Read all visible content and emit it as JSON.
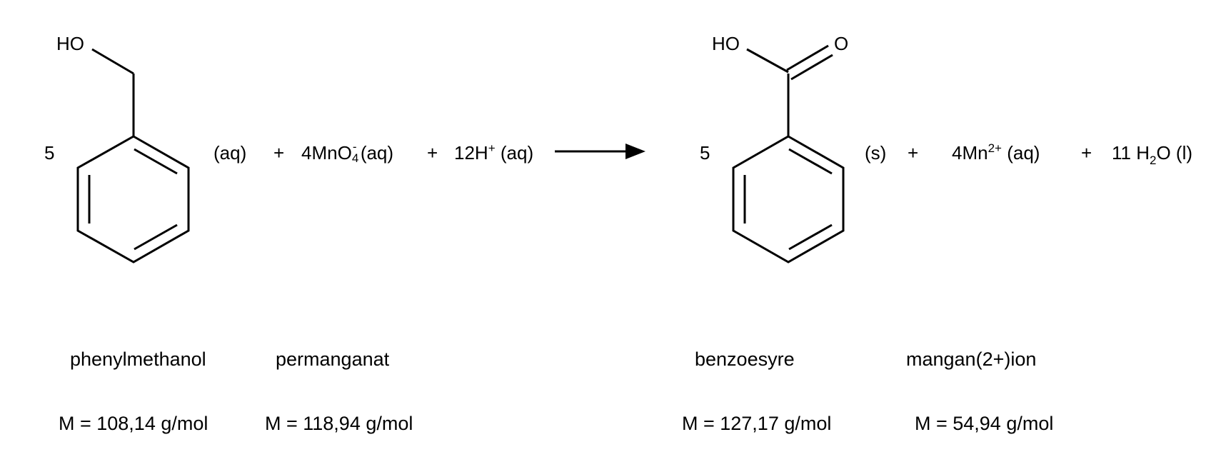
{
  "reaction": {
    "reactants": [
      {
        "coefficient": "5",
        "name": "phenylmethanol",
        "state": "(aq)",
        "molar_mass": "M = 108,14 g/mol",
        "atoms": [
          "HO"
        ]
      },
      {
        "coefficient": "4",
        "formula_base": "4MnO",
        "subscript": "4",
        "superscript": "-",
        "state": "(aq)",
        "name": "permanganat",
        "molar_mass": "M = 118,94 g/mol"
      },
      {
        "coefficient": "12",
        "formula_base": "12H",
        "superscript": "+",
        "state": "(aq)"
      }
    ],
    "products": [
      {
        "coefficient": "5",
        "name": "benzoesyre",
        "state": "(s)",
        "molar_mass": "M = 127,17 g/mol",
        "atoms": [
          "HO",
          "O"
        ]
      },
      {
        "coefficient": "4",
        "formula_base": "4Mn",
        "superscript": "2+",
        "state": "(aq)",
        "name": "mangan(2+)ion",
        "molar_mass": "M = 54,94 g/mol"
      },
      {
        "coefficient": "11",
        "formula_prefix": "11 H",
        "subscript": "2",
        "formula_suffix": "O (l)"
      }
    ],
    "plus": "+",
    "arrow": "right-arrow"
  }
}
